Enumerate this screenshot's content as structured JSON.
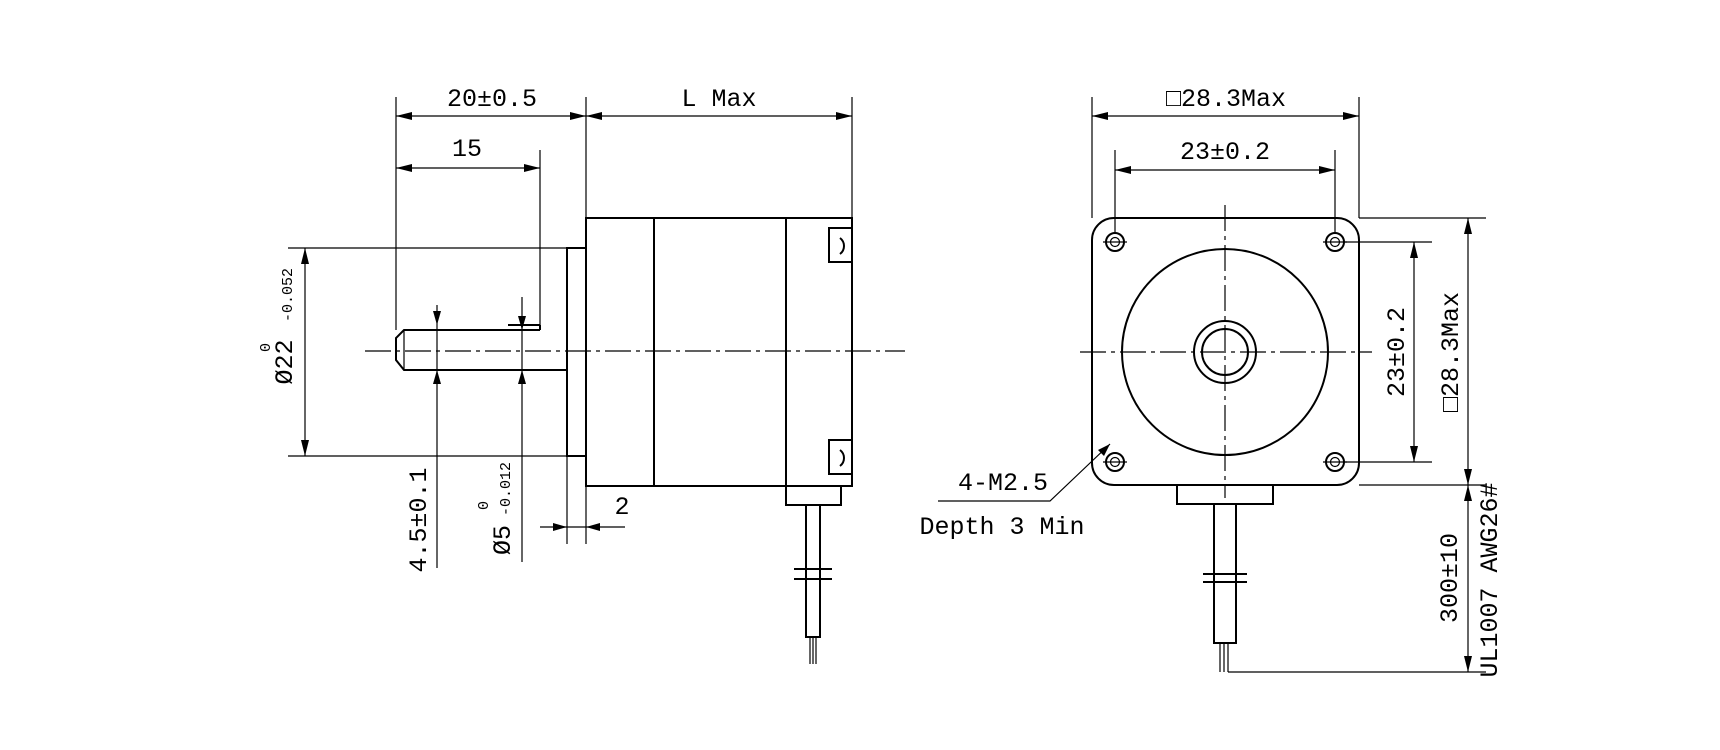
{
  "side_view": {
    "dim_shaft_length": "20±0.5",
    "dim_flat_length": "15",
    "dim_body_length": "L Max",
    "dim_pilot_diameter": "Ø22",
    "dim_pilot_tol_upper": "0",
    "dim_pilot_tol_lower": "-0.052",
    "dim_flat_height": "4.5±0.1",
    "dim_shaft_diameter": "Ø5",
    "dim_shaft_tol_upper": "0",
    "dim_shaft_tol_lower": "-0.012",
    "dim_pilot_depth": "2"
  },
  "front_view": {
    "dim_width_max": "□28.3Max",
    "dim_hole_spacing_h": "23±0.2",
    "dim_hole_spacing_v": "23±0.2",
    "dim_height_max": "□28.3Max",
    "hole_callout": "4-M2.5",
    "hole_depth": "Depth 3 Min",
    "dim_lead_length": "300±10",
    "lead_wire_spec": "UL1007 AWG26#"
  }
}
